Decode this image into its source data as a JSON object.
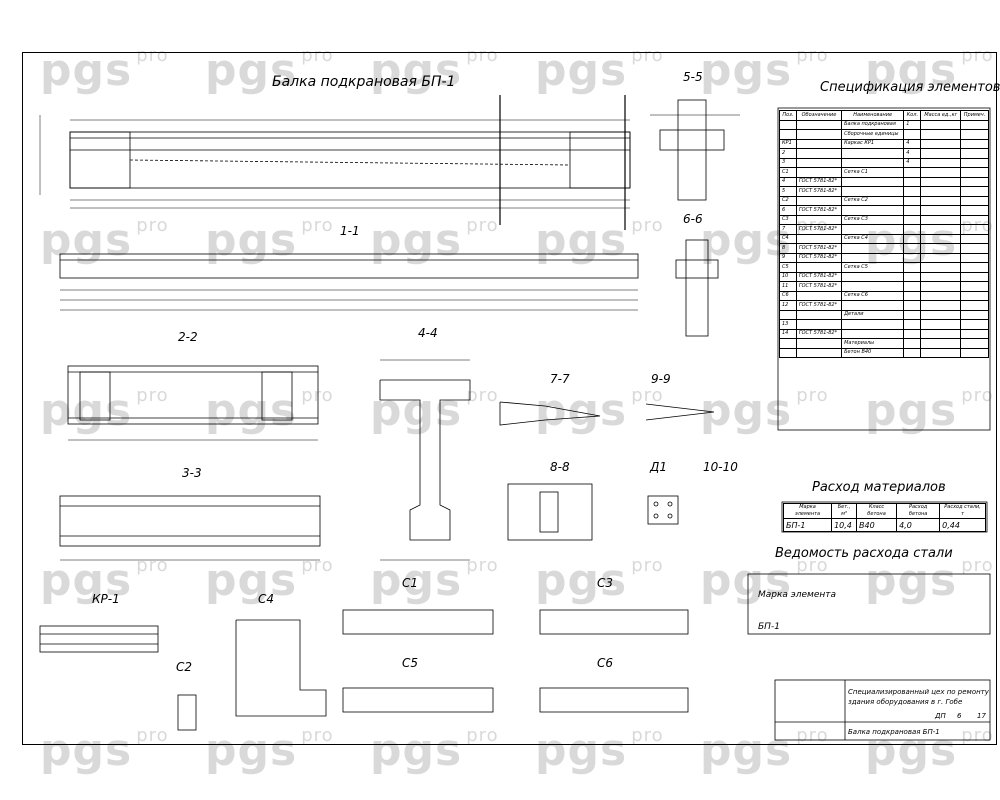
{
  "watermark": {
    "brand": "pgs",
    "suffix": "pro"
  },
  "titles": {
    "main": "Балка подкрановая БП-1",
    "spec": "Спецификация элементов",
    "materials": "Расход материалов",
    "steel": "Ведомость расхода стали"
  },
  "sections": {
    "s11": "1-1",
    "s22": "2-2",
    "s33": "3-3",
    "s44": "4-4",
    "s55": "5-5",
    "s66": "6-6",
    "s77": "7-7",
    "s88": "8-8",
    "s99": "9-9",
    "s1010": "10-10",
    "d1": "Д1",
    "kr1": "КР-1",
    "c1": "С1",
    "c2": "С2",
    "c3": "С3",
    "c4": "С4",
    "c5": "С5",
    "c6": "С6"
  },
  "spec_table": {
    "headers": [
      "Поз.",
      "Обозначение",
      "Наименование",
      "Кол.",
      "Масса ед.,кг",
      "Примеч."
    ],
    "rows": [
      [
        "",
        "",
        "Балка подкрановая",
        "1",
        "",
        ""
      ],
      [
        "",
        "",
        "Сборочные единицы",
        "",
        "",
        ""
      ],
      [
        "КР1",
        "",
        "Каркас КР1",
        "4",
        "",
        ""
      ],
      [
        "2",
        "",
        "",
        "4",
        "",
        ""
      ],
      [
        "3",
        "",
        "",
        "4",
        "",
        ""
      ],
      [
        "С1",
        "",
        "Сетка С1",
        "",
        "",
        ""
      ],
      [
        "4",
        "ГОСТ 5781-82*",
        "",
        "",
        "",
        ""
      ],
      [
        "5",
        "ГОСТ 5781-82*",
        "",
        "",
        "",
        ""
      ],
      [
        "С2",
        "",
        "Сетка С2",
        "",
        "",
        ""
      ],
      [
        "6",
        "ГОСТ 5781-82*",
        "",
        "",
        "",
        ""
      ],
      [
        "С3",
        "",
        "Сетка С3",
        "",
        "",
        ""
      ],
      [
        "7",
        "ГОСТ 5781-82*",
        "",
        "",
        "",
        ""
      ],
      [
        "С4",
        "",
        "Сетка С4",
        "",
        "",
        ""
      ],
      [
        "8",
        "ГОСТ 5781-82*",
        "",
        "",
        "",
        ""
      ],
      [
        "9",
        "ГОСТ 5781-82*",
        "",
        "",
        "",
        ""
      ],
      [
        "С5",
        "",
        "Сетка С5",
        "",
        "",
        ""
      ],
      [
        "10",
        "ГОСТ 5781-82*",
        "",
        "",
        "",
        ""
      ],
      [
        "11",
        "ГОСТ 5781-82*",
        "",
        "",
        "",
        ""
      ],
      [
        "С6",
        "",
        "Сетка С6",
        "",
        "",
        ""
      ],
      [
        "12",
        "ГОСТ 5781-82*",
        "",
        "",
        "",
        ""
      ],
      [
        "",
        "",
        "Детали",
        "",
        "",
        ""
      ],
      [
        "13",
        "",
        "",
        "",
        "",
        ""
      ],
      [
        "14",
        "ГОСТ 5781-82*",
        "",
        "",
        "",
        ""
      ],
      [
        "",
        "",
        "Материалы",
        "",
        "",
        ""
      ],
      [
        "",
        "",
        "Бетон В40",
        "",
        "",
        ""
      ]
    ]
  },
  "materials_table": {
    "headers": [
      "Марка элемента",
      "Бет., м³",
      "Класс бетона",
      "Расход бетона",
      "Расход стали, т"
    ],
    "rows": [
      [
        "БП-1",
        "10,4",
        "В40",
        "4,0",
        "0,44"
      ]
    ]
  },
  "steel_table": {
    "header": "Марка элемента",
    "row_label": "БП-1"
  },
  "stamp": {
    "line1": "Специализированный цех по ремонту",
    "line2": "здания оборудования в г. Гобе",
    "stage": "ДП",
    "sheet": "6",
    "sheets": "17",
    "title": "Балка подкрановая БП-1"
  }
}
